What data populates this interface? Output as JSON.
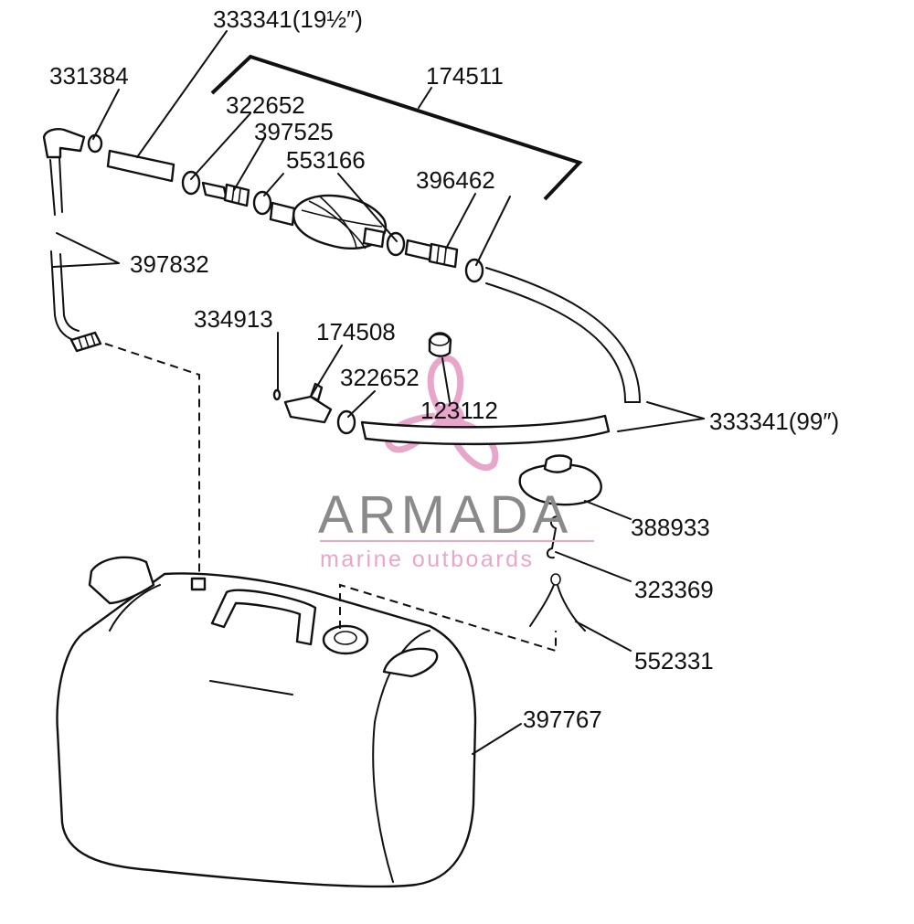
{
  "labels": {
    "hose_short": "333341(19½″)",
    "fitting_elbow": "331384",
    "pump_assembly": "174511",
    "clamp_upper": "322652",
    "connector_upper": "397525",
    "check_valve": "553166",
    "connector_lower": "396462",
    "pickup_tube": "397832",
    "o_ring": "334913",
    "tank_connector": "174508",
    "clamp_lower": "322652",
    "engine_connector": "123112",
    "hose_long": "333341(99″)",
    "filler_cap": "388933",
    "s_hook": "323369",
    "cap_chain": "552331",
    "fuel_tank": "397767"
  },
  "watermark": {
    "name": "ARMADA",
    "tagline": "marine outboards",
    "color": "#e8a6cb",
    "text_color": "#8a8a8a"
  }
}
